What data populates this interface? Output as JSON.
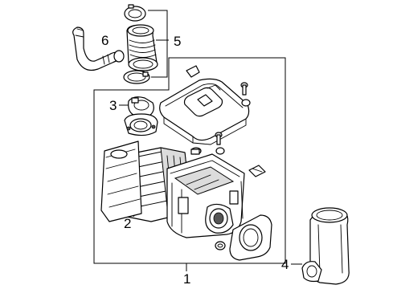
{
  "diagram": {
    "callouts": {
      "air_cleaner_assembly": "1",
      "filter_element": "2",
      "mass_airflow_sensor": "3",
      "intake_duct": "4",
      "outlet_duct": "5",
      "vent_hose": "6"
    }
  }
}
